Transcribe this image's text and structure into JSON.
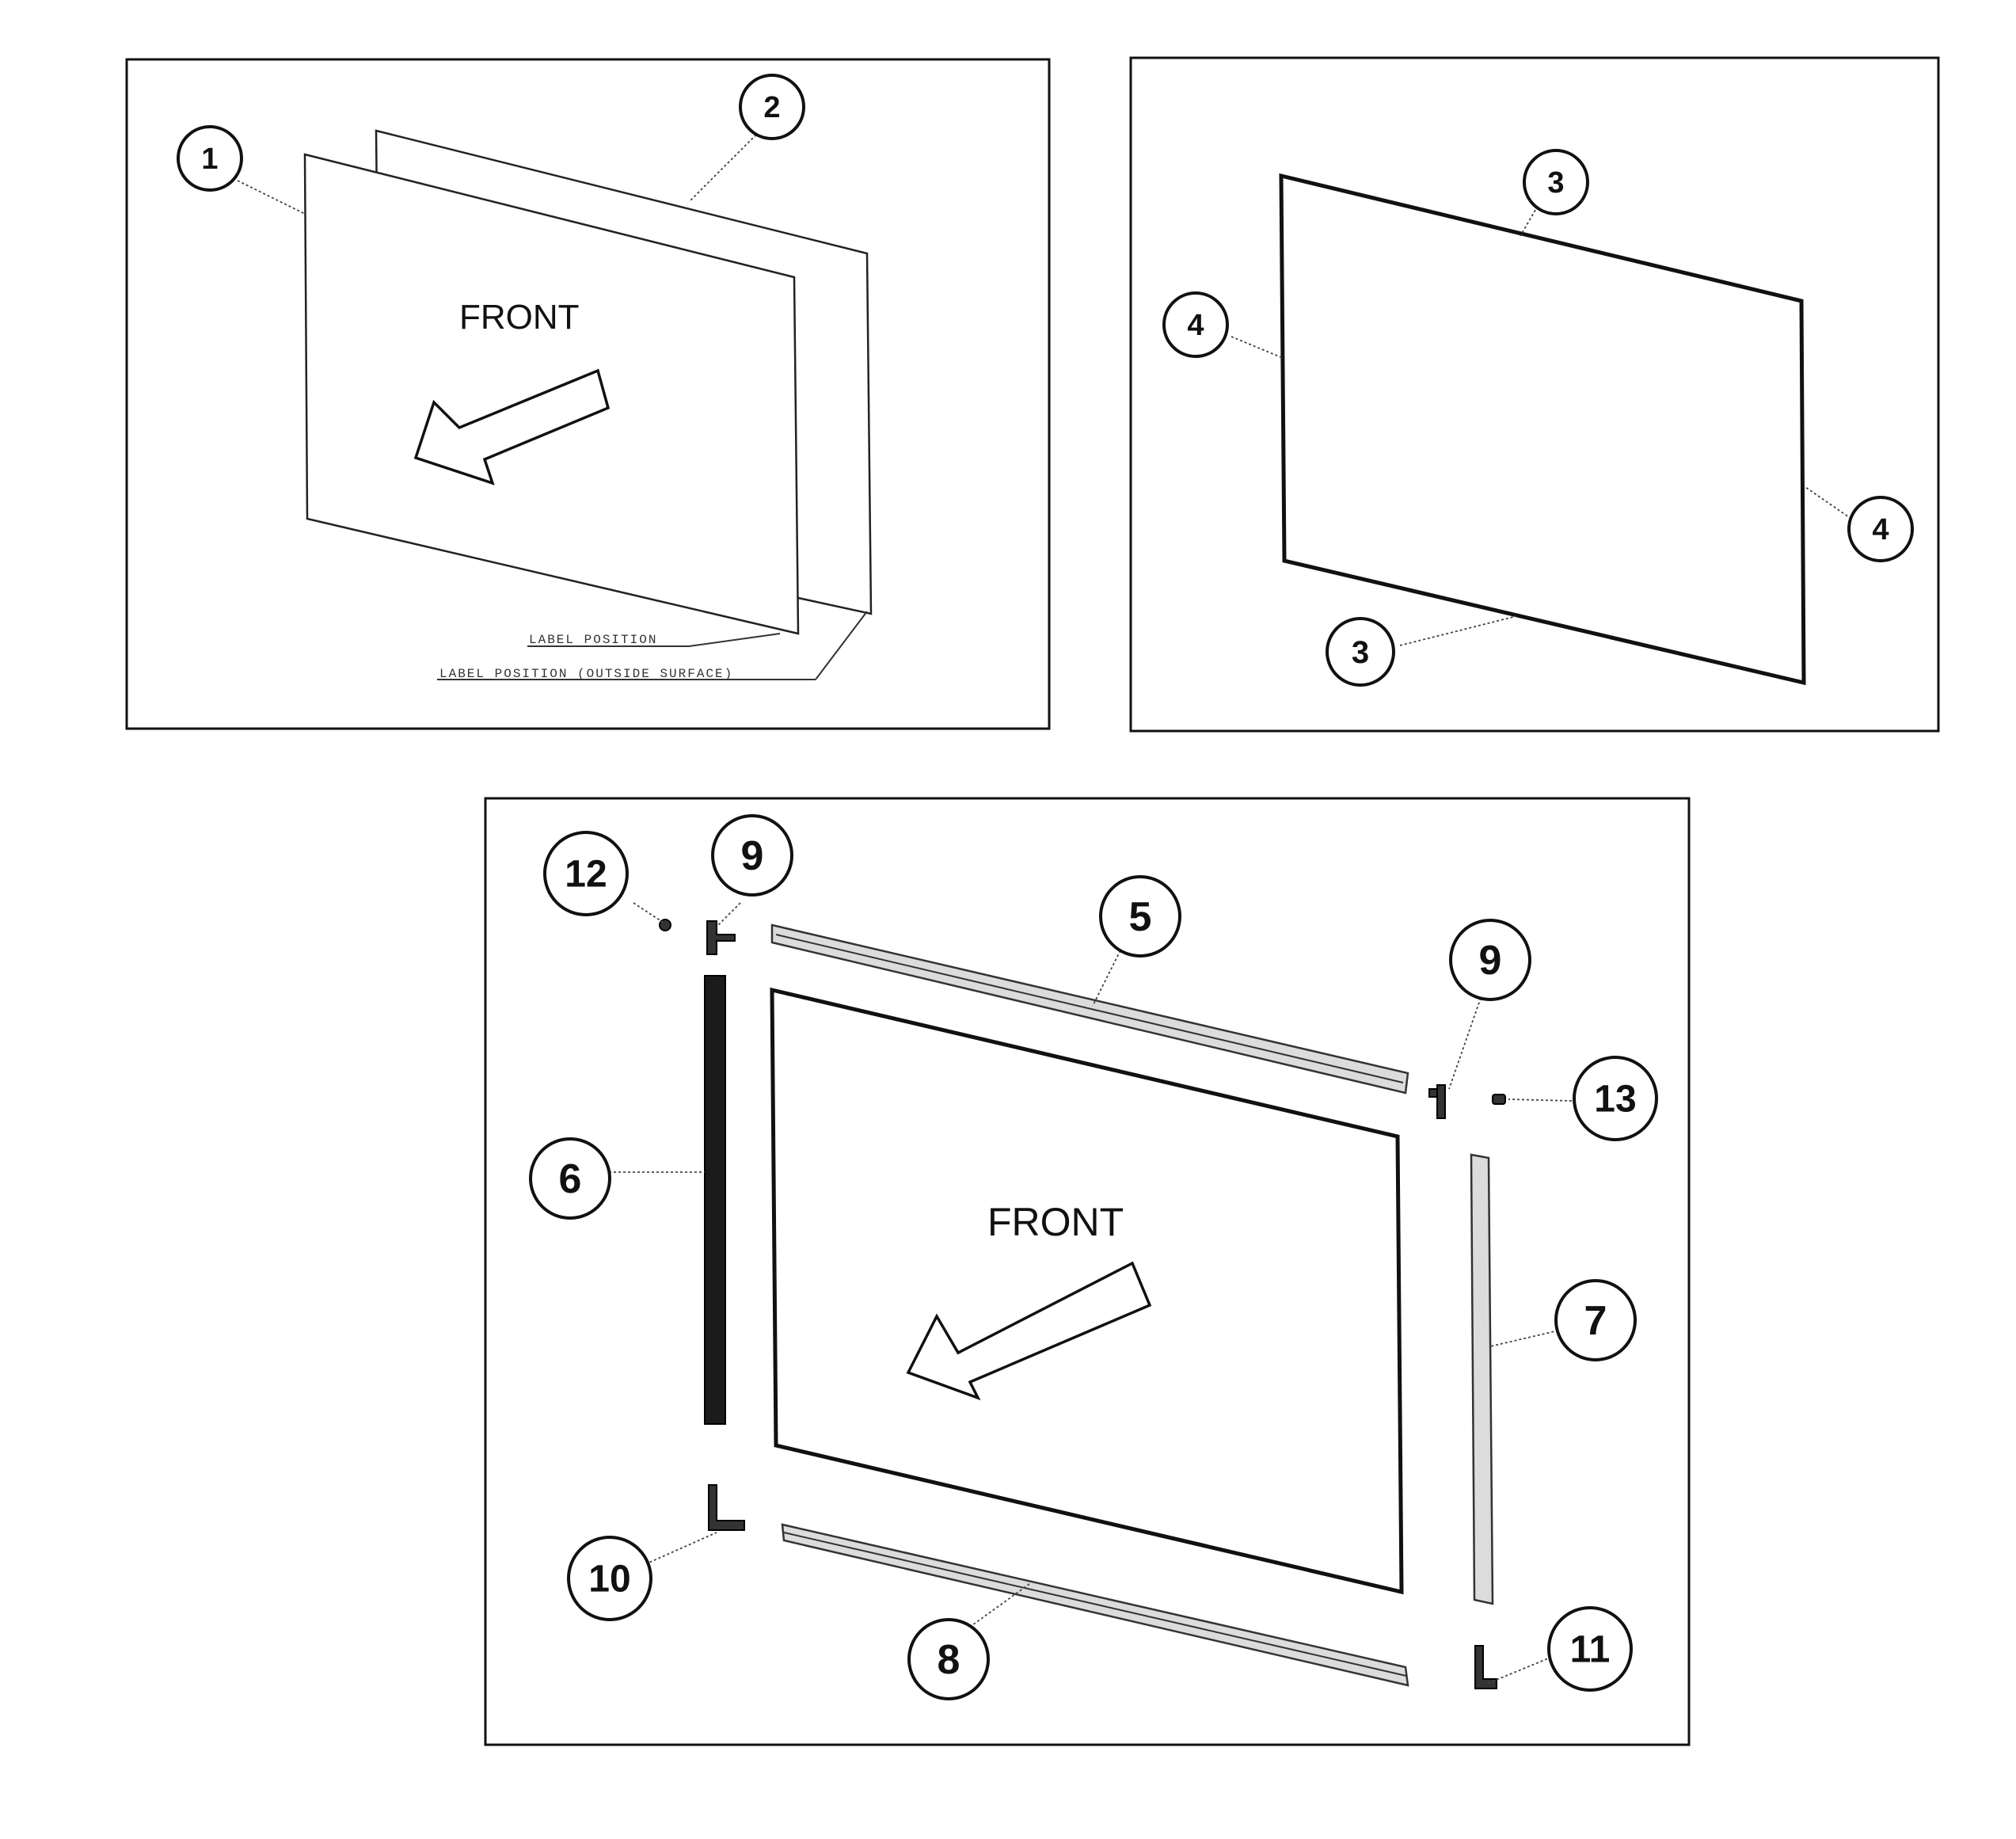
{
  "panels": {
    "panel_a": {
      "front_label": "FRONT",
      "label_position": "LABEL POSITION",
      "label_position_outside": "LABEL POSITION (OUTSIDE SURFACE)"
    },
    "panel_c": {
      "front_label": "FRONT"
    }
  },
  "callouts": [
    "1",
    "2",
    "3",
    "3",
    "4",
    "4",
    "5",
    "6",
    "7",
    "8",
    "9",
    "9",
    "10",
    "11",
    "12",
    "13"
  ],
  "colors": {
    "line": "#111111",
    "background": "#ffffff",
    "dark_bar": "#1b1b1b",
    "light_bar": "#dcdcdc"
  }
}
